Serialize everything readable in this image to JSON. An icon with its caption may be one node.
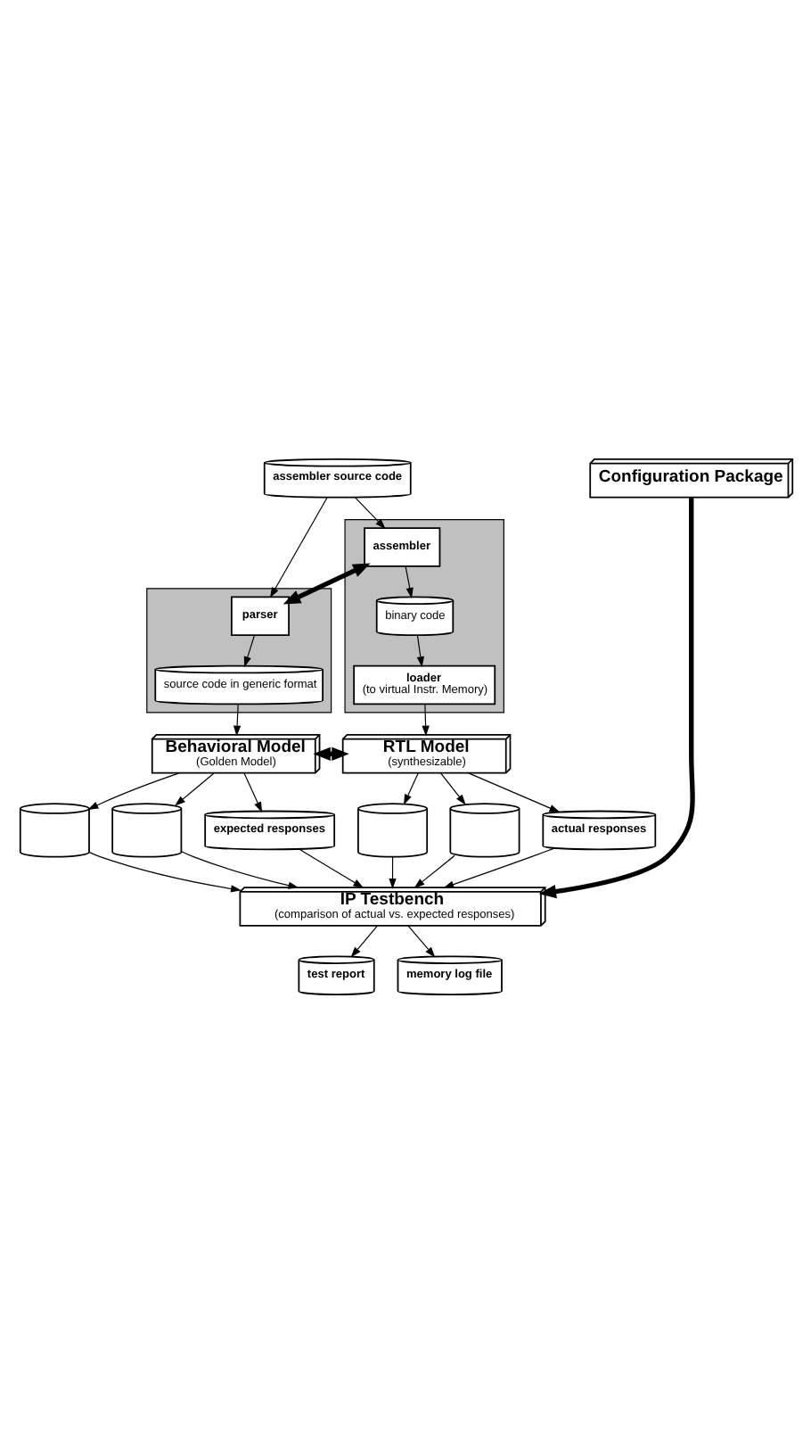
{
  "diagram": {
    "nodes": [
      {
        "text": [
          "assembler source code"
        ]
      },
      {
        "text": [
          "Configuration Package"
        ]
      },
      {
        "text": [],
        "shape": "box"
      },
      {
        "text": [
          "parser"
        ],
        "in": 2
      },
      {
        "text": [
          "source code in generic format"
        ],
        "in": 2
      },
      {
        "text": [],
        "shape": "box"
      },
      {
        "text": [
          "assembler"
        ],
        "in": 5
      },
      {
        "text": [
          "binary code"
        ],
        "in": 5
      },
      {
        "text": [
          "loader",
          "(to virtual Instr. Memory)"
        ],
        "in": 5
      },
      {
        "text": [
          "Behavioral Model",
          "(Golden Model)"
        ]
      },
      {
        "text": [
          "RTL Model",
          "(synthesizable)"
        ]
      },
      {
        "text": [],
        "shape": "cylinder"
      },
      {
        "text": [],
        "shape": "cylinder"
      },
      {
        "text": [
          "expected responses"
        ]
      },
      {
        "text": [],
        "shape": "cylinder"
      },
      {
        "text": [],
        "shape": "cylinder"
      },
      {
        "text": [
          "actual responses"
        ]
      },
      {
        "text": [
          "IP Testbench",
          "(comparison of actual vs. expected responses)"
        ]
      },
      {
        "text": [
          "test report"
        ]
      },
      {
        "text": [
          "memory log file"
        ]
      }
    ],
    "edges": [
      {
        "from": 0,
        "to": 3,
        "arrow": "to"
      },
      {
        "from": 0,
        "to": 6,
        "arrow": "to"
      },
      {
        "from": 3,
        "to": 6,
        "arrow": "both",
        "style": "thick"
      },
      {
        "from": 3,
        "to": 4,
        "arrow": "to"
      },
      {
        "from": 4,
        "to": 9,
        "arrow": "to"
      },
      {
        "from": 6,
        "to": 7,
        "arrow": "to"
      },
      {
        "from": 7,
        "to": 8,
        "arrow": "to"
      },
      {
        "from": 8,
        "to": 10,
        "arrow": "to"
      },
      {
        "from": 9,
        "to": 10,
        "arrow": "both",
        "style": "thick"
      },
      {
        "from": 1,
        "to": 17,
        "arrow": "to",
        "style": "thick"
      },
      {
        "from": 9,
        "to": 11,
        "arrow": "to"
      },
      {
        "from": 9,
        "to": 12,
        "arrow": "to"
      },
      {
        "from": 9,
        "to": 13,
        "arrow": "to"
      },
      {
        "from": 10,
        "to": 14,
        "arrow": "to"
      },
      {
        "from": 10,
        "to": 15,
        "arrow": "to"
      },
      {
        "from": 10,
        "to": 16,
        "arrow": "to"
      },
      {
        "from": 11,
        "to": 17,
        "arrow": "to"
      },
      {
        "from": 12,
        "to": 17,
        "arrow": "to"
      },
      {
        "from": 13,
        "to": 17,
        "arrow": "to"
      },
      {
        "from": 14,
        "to": 17,
        "arrow": "to"
      },
      {
        "from": 15,
        "to": 17,
        "arrow": "to"
      },
      {
        "from": 16,
        "to": 17,
        "arrow": "to"
      },
      {
        "from": 17,
        "to": 18,
        "arrow": "to"
      },
      {
        "from": 17,
        "to": 19,
        "arrow": "to"
      }
    ]
  }
}
